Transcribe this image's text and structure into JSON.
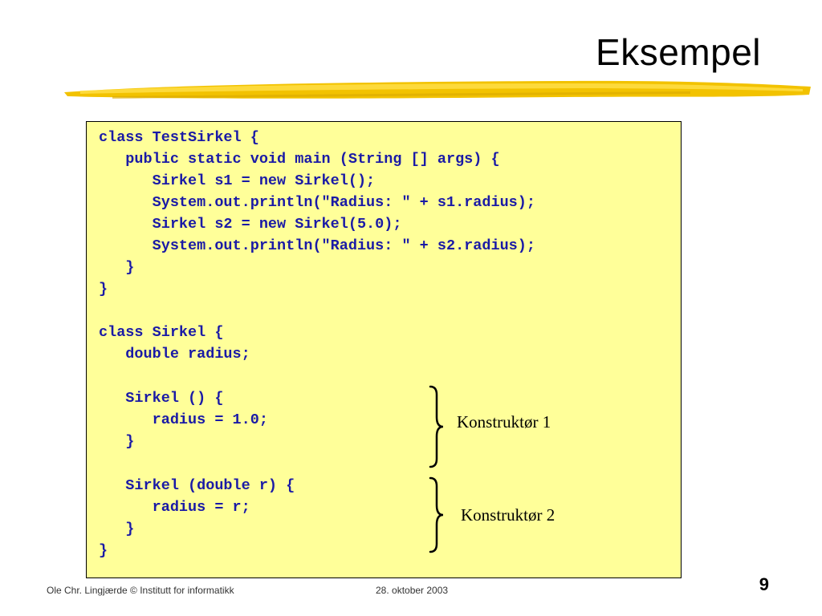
{
  "slide": {
    "title": "Eksempel",
    "code_lines": [
      "class TestSirkel {",
      "   public static void main (String [] args) {",
      "      Sirkel s1 = new Sirkel();",
      "      System.out.println(\"Radius: \" + s1.radius);",
      "      Sirkel s2 = new Sirkel(5.0);",
      "      System.out.println(\"Radius: \" + s2.radius);",
      "   }",
      "}",
      "",
      "class Sirkel {",
      "   double radius;",
      "",
      "   Sirkel () {",
      "      radius = 1.0;",
      "   }",
      "",
      "   Sirkel (double r) {",
      "      radius = r;",
      "   }",
      "}"
    ],
    "annotations": [
      "Konstruktør 1",
      "Konstruktør 2"
    ],
    "colors": {
      "code_background": "#ffff99",
      "code_text": "#1a1aa6",
      "swoosh": "#f2c200"
    }
  },
  "footer": {
    "author": "Ole Chr. Lingjærde © Institutt for informatikk",
    "date": "28. oktober 2003",
    "page_number": "9"
  }
}
